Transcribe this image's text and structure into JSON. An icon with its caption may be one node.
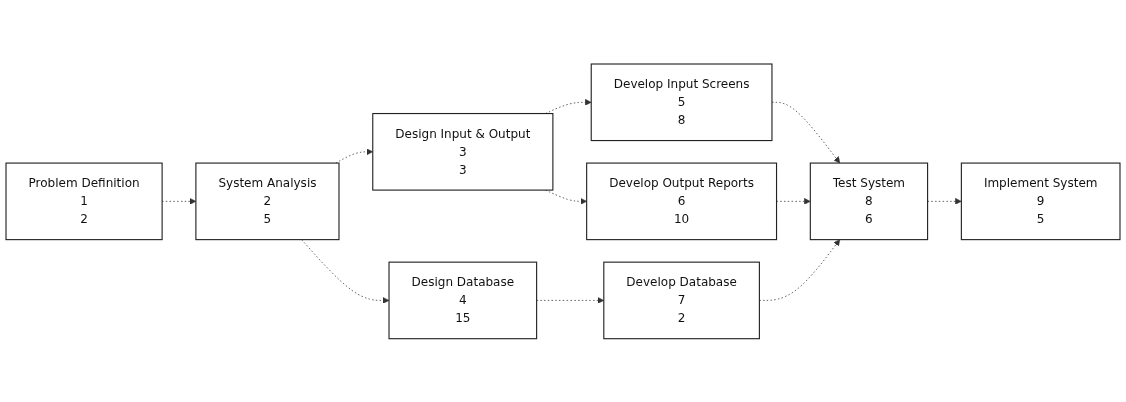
{
  "diagram": {
    "nodes": [
      {
        "text": [
          "Problem Definition",
          "1",
          "2"
        ]
      },
      {
        "text": [
          "System Analysis",
          "2",
          "5"
        ]
      },
      {
        "text": [
          "Design Input & Output",
          "3",
          "3"
        ]
      },
      {
        "text": [
          "Develop Input Screens",
          "5",
          "8"
        ]
      },
      {
        "text": [
          "Develop Output Reports",
          "6",
          "10"
        ]
      },
      {
        "text": [
          "Design Database",
          "4",
          "15"
        ]
      },
      {
        "text": [
          "Develop Database",
          "7",
          "2"
        ]
      },
      {
        "text": [
          "Test System",
          "8",
          "6"
        ]
      },
      {
        "text": [
          "Implement System",
          "9",
          "5"
        ]
      }
    ],
    "edges": [
      {
        "from": 0,
        "to": 1,
        "arrow": "to"
      },
      {
        "from": 1,
        "to": 2,
        "arrow": "to"
      },
      {
        "from": 1,
        "to": 5,
        "arrow": "to"
      },
      {
        "from": 2,
        "to": 3,
        "arrow": "to"
      },
      {
        "from": 2,
        "to": 4,
        "arrow": "to"
      },
      {
        "from": 3,
        "to": 7,
        "arrow": "to"
      },
      {
        "from": 4,
        "to": 7,
        "arrow": "to"
      },
      {
        "from": 5,
        "to": 6,
        "arrow": "to"
      },
      {
        "from": 6,
        "to": 7,
        "arrow": "to"
      },
      {
        "from": 7,
        "to": 8,
        "arrow": "to"
      }
    ]
  }
}
